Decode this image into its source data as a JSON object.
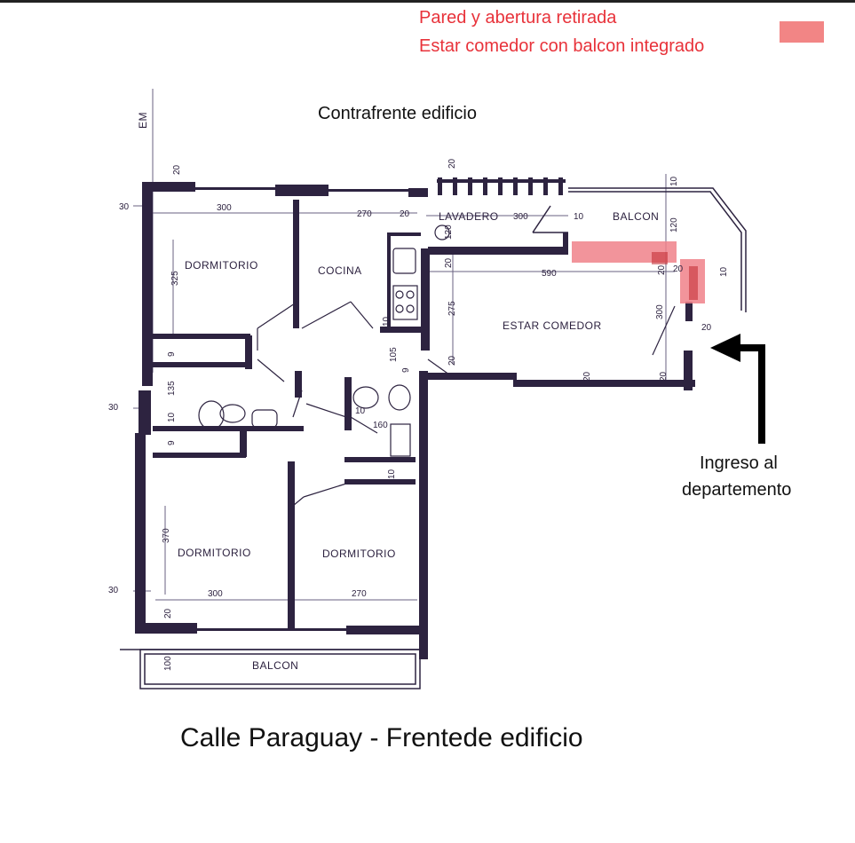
{
  "legend": {
    "line1": "Pared y abertura retirada",
    "line2": "Estar comedor con balcon integrado",
    "swatch_color": "#f28585"
  },
  "top_caption": "Contrafrente edificio",
  "bottom_caption": "Calle Paraguay - Frentede edificio",
  "entry_caption": {
    "line1": "Ingreso al",
    "line2": "departemento"
  },
  "axis_mark": "EM",
  "rooms": {
    "dormitorio_top": "DORMITORIO",
    "cocina": "COCINA",
    "lavadero": "LAVADERO",
    "balcon_top": "BALCON",
    "estar_comedor": "ESTAR COMEDOR",
    "dormitorio_bottom_left": "DORMITORIO",
    "dormitorio_bottom_right": "DORMITORIO",
    "balcon_bottom": "BALCON"
  },
  "dimensions": {
    "d300_top": "300",
    "d270_top": "270",
    "d20_top": "20",
    "d300_lav": "300",
    "d10_lav": "10",
    "d20_corner_top": "20",
    "d30_left_top": "30",
    "d10_balcon": "10",
    "d120_balcon": "120",
    "d20_lav": "20",
    "d590": "590",
    "d20_est_a": "20",
    "d20_est_b": "20",
    "d10_est": "10",
    "d325": "325",
    "d275": "275",
    "d300_est": "300",
    "d20_est_c": "20",
    "d10_coc": "10",
    "d105": "105",
    "d9_hall": "9",
    "d20_door": "20",
    "d20_est_bottom": "20",
    "d20_est_right": "20",
    "d9_a": "9",
    "d135": "135",
    "d30_left_mid": "30",
    "d10_bath": "10",
    "d9_b": "9",
    "d10_bath2": "10",
    "d160": "160",
    "d10_hall2": "10",
    "d370": "370",
    "d30_left_bottom": "30",
    "d300_bottom": "300",
    "d270_bottom": "270",
    "d20_bottom": "20",
    "d100_balc": "100",
    "d120_lav": "120"
  },
  "colors": {
    "wall": "#2d2340",
    "ink": "#2a1f3d",
    "removed": "#f0828a",
    "accent_text": "#e8323a"
  }
}
